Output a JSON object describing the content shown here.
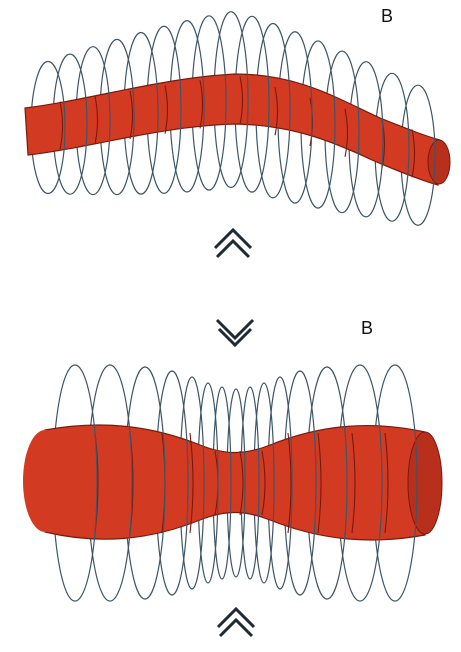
{
  "labels": {
    "top": "B",
    "bottom": "B"
  },
  "colors": {
    "flux_tube_fill": "#d23a22",
    "flux_tube_stroke": "#7a1a0e",
    "field_line_stroke": "#3d5668",
    "arrow_stroke": "#1f2b33",
    "background": "#ffffff"
  },
  "panels": [
    {
      "name": "kink-mode",
      "arrow_direction": "up",
      "arrows": [
        "push-up"
      ]
    },
    {
      "name": "sausage-mode",
      "arrow_direction": "converging",
      "arrows": [
        "push-down",
        "push-up"
      ]
    }
  ]
}
